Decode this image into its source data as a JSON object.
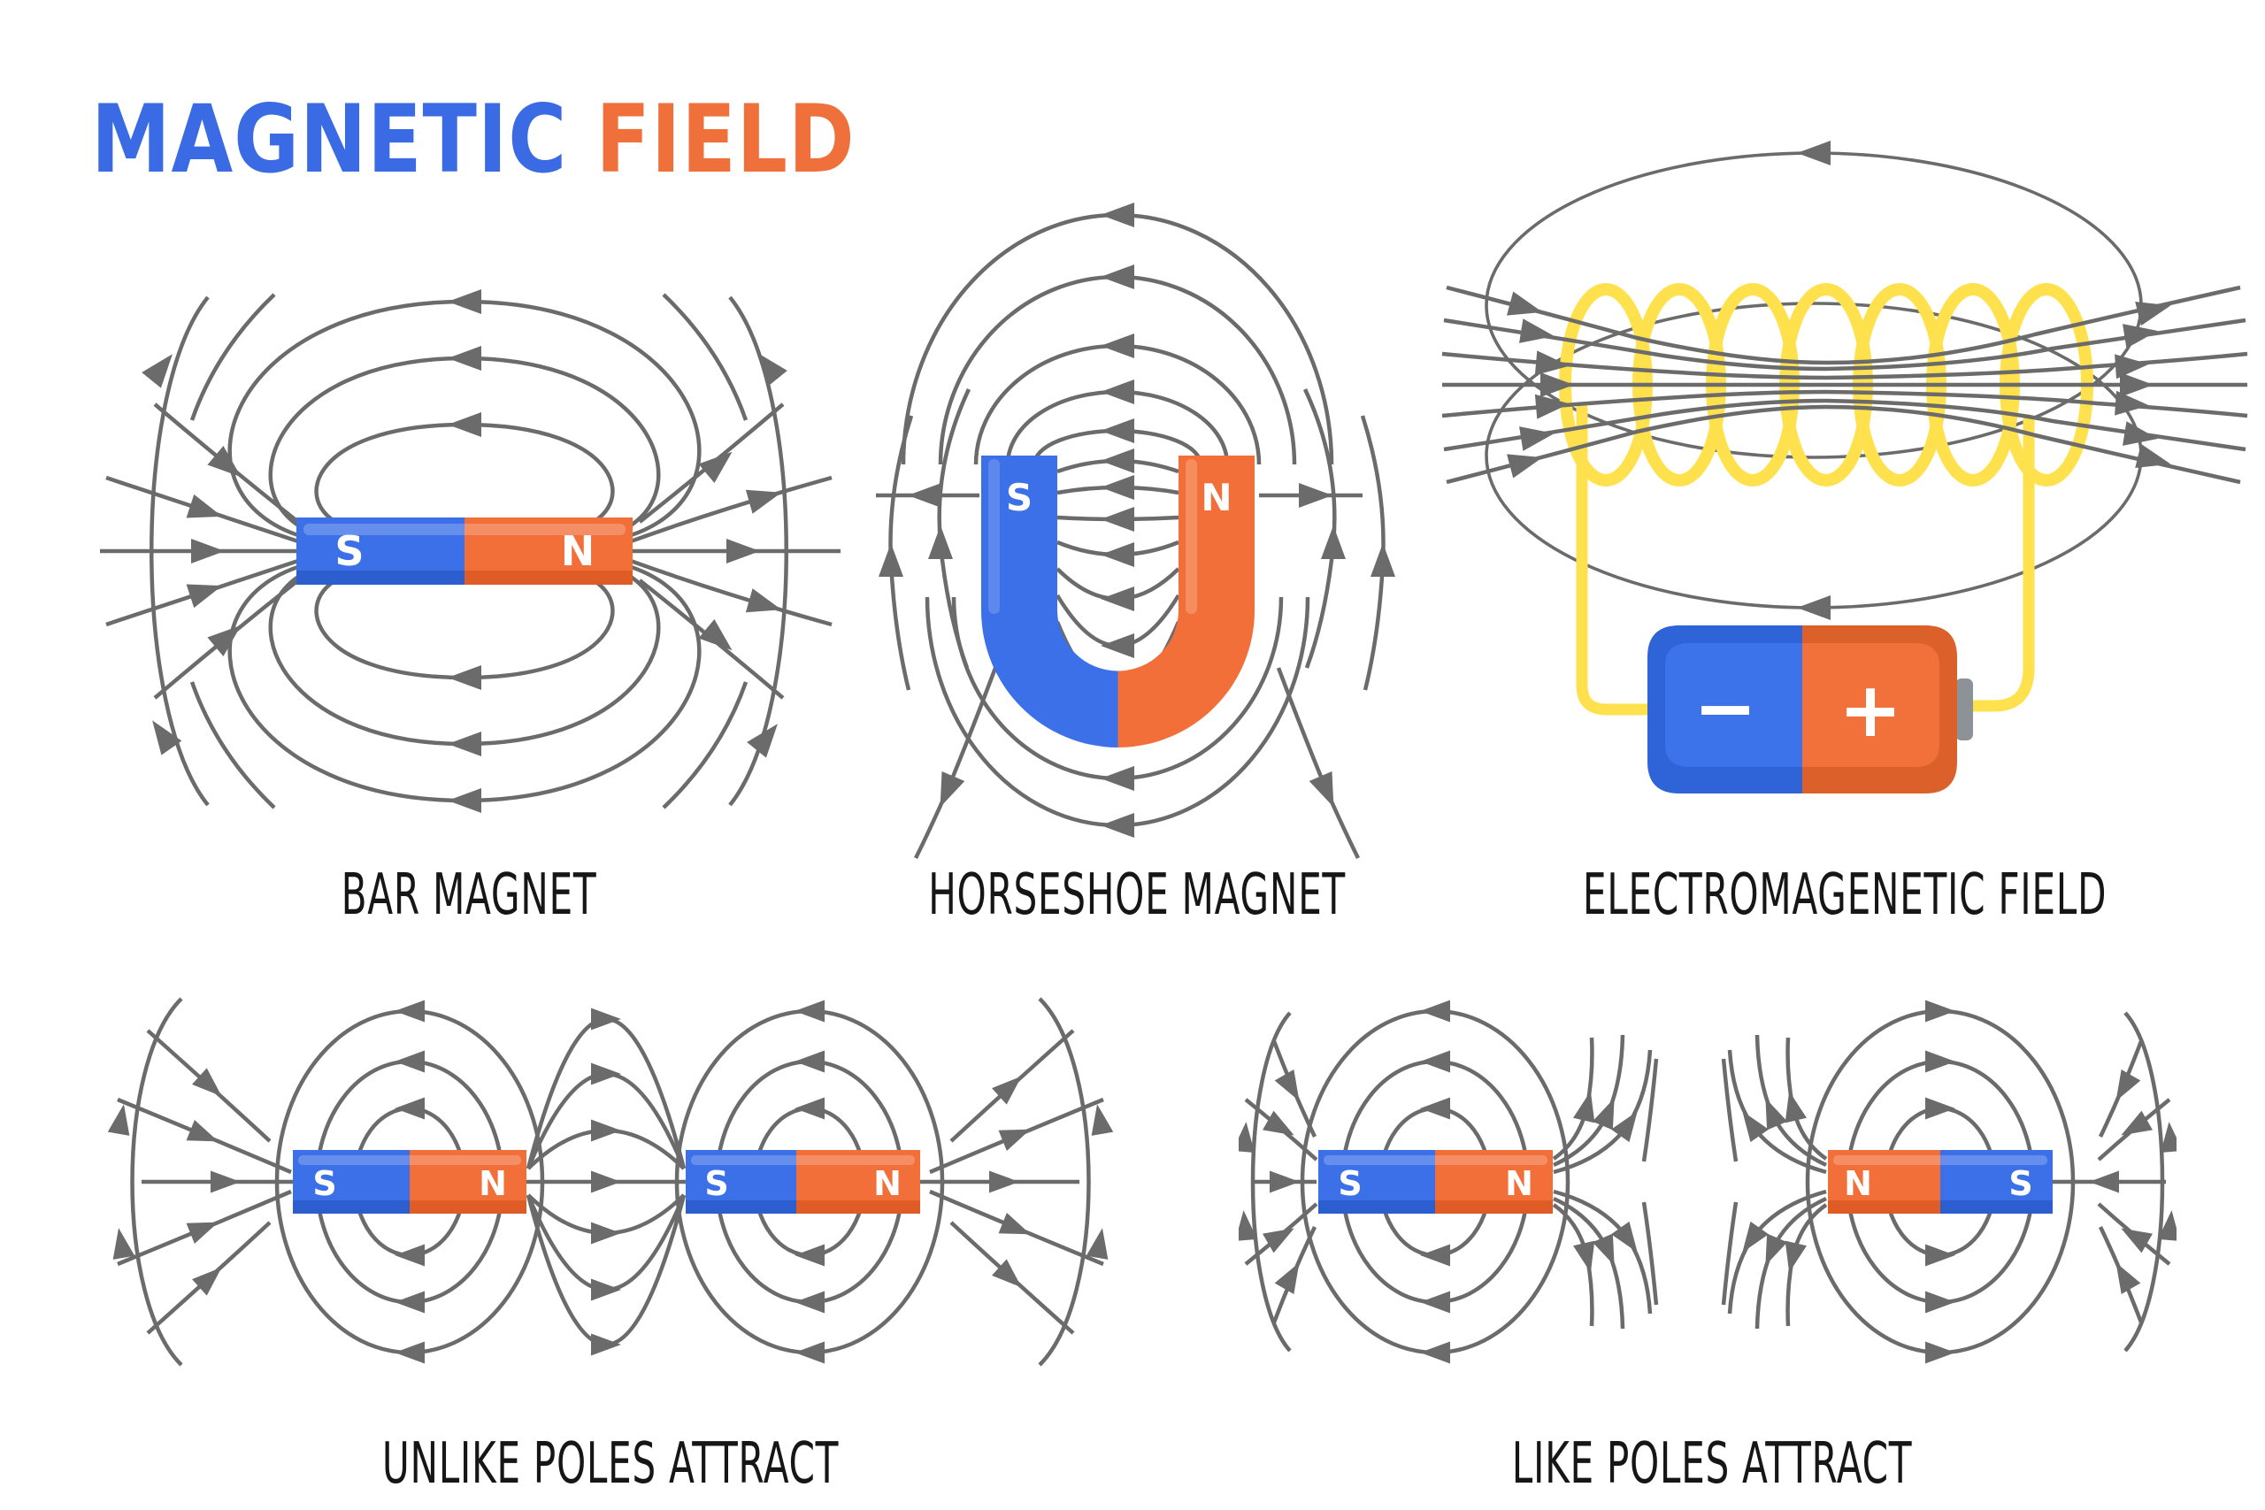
{
  "title": {
    "word1": "MAGNETIC",
    "word2": "FIELD"
  },
  "panels": {
    "bar": {
      "caption": "BAR MAGNET",
      "poles": [
        "S",
        "N"
      ]
    },
    "horseshoe": {
      "caption": "HORSESHOE MAGNET",
      "poles": [
        "S",
        "N"
      ]
    },
    "electromagnet": {
      "caption": "ELECTROMAGENETIC FIELD",
      "battery": {
        "negative": "−",
        "positive": "+"
      }
    },
    "unlike": {
      "caption": "UNLIKE POLES ATTRACT",
      "magnet1_poles": [
        "S",
        "N"
      ],
      "magnet2_poles": [
        "S",
        "N"
      ]
    },
    "like": {
      "caption": "LIKE POLES ATTRACT",
      "magnet1_poles": [
        "S",
        "N"
      ],
      "magnet2_poles": [
        "N",
        "S"
      ]
    }
  },
  "colors": {
    "title_blue": "#3a6be4",
    "title_orange": "#f0703c",
    "magnet_blue": "#3b70e8",
    "magnet_blue_dark": "#2c5ed0",
    "magnet_orange": "#f26f39",
    "magnet_orange_dark": "#df5c26",
    "field_line_gray": "#6b6b6b",
    "coil_yellow": "#ffe14d",
    "battery_terminal_gray": "#8d9297",
    "caption_black": "#161616"
  }
}
